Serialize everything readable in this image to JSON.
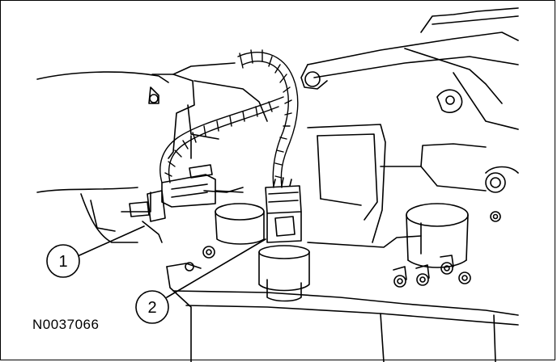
{
  "figure": {
    "id": "N0037066",
    "callouts": [
      {
        "number": "1",
        "target": "connector-1"
      },
      {
        "number": "2",
        "target": "connector-2"
      }
    ],
    "colors": {
      "line": "#000000",
      "background": "#ffffff"
    }
  }
}
